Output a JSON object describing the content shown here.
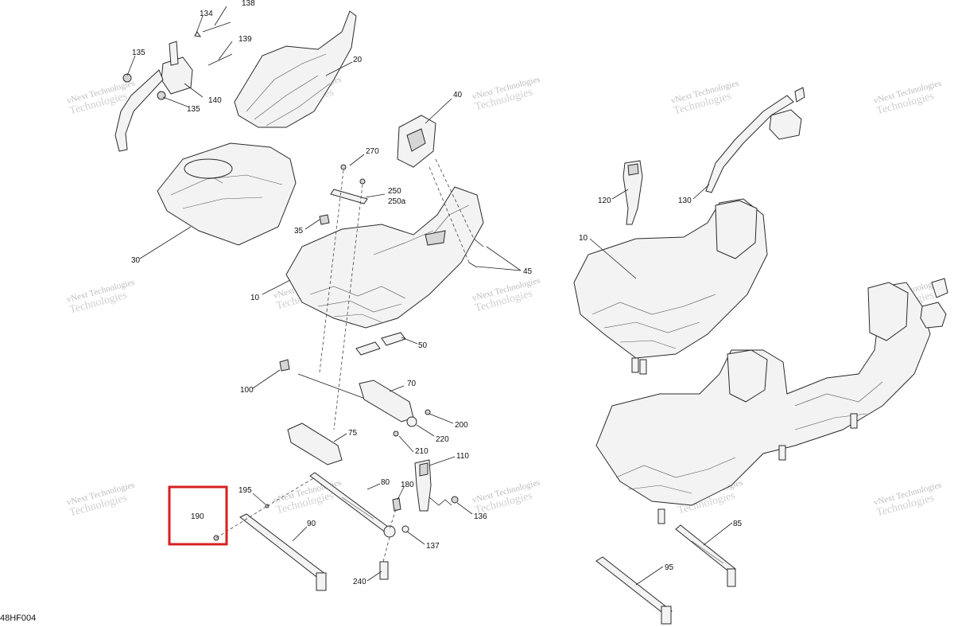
{
  "diagram": {
    "code": "48HF004",
    "watermark_line1": "vNext Technologies",
    "watermark_line2": "Technologies",
    "callouts": [
      "134",
      "138",
      "135",
      "139",
      "140",
      "20",
      "40",
      "270",
      "250",
      "250a",
      "35",
      "30",
      "10",
      "45",
      "50",
      "100",
      "70",
      "200",
      "220",
      "75",
      "210",
      "110",
      "195",
      "80",
      "180",
      "190",
      "90",
      "136",
      "137",
      "240",
      "120",
      "130",
      "85",
      "95"
    ],
    "highlight_color": "#d62020"
  }
}
